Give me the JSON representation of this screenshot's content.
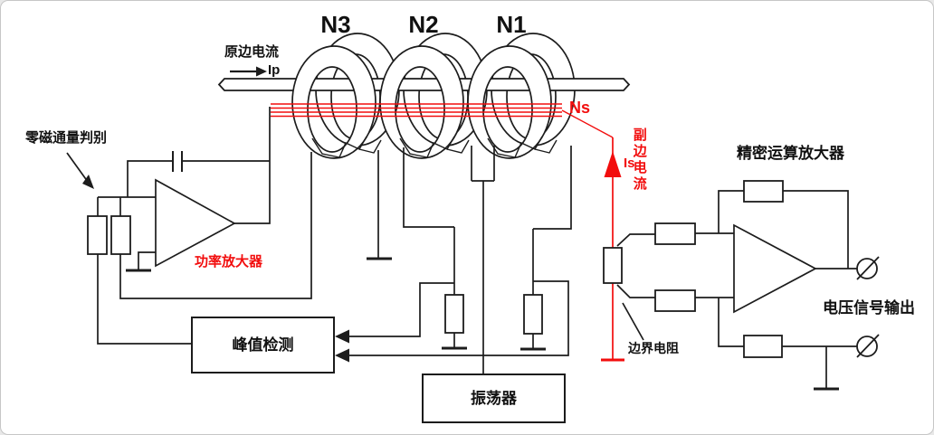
{
  "diagram_type": "zero-flux current sensor schematic",
  "colors": {
    "line": "#1c1c1c",
    "red": "#f20d0d",
    "background": "#ffffff"
  },
  "labels": {
    "coil_n3": "N3",
    "coil_n2": "N2",
    "coil_n1": "N1",
    "primary_current": "原边电流",
    "primary_current_symbol": "Ip",
    "secondary_winding_symbol": "Ns",
    "secondary_current_symbol": "Is",
    "secondary_current": "副边电流",
    "zero_flux_detection": "零磁通量判别",
    "power_amplifier": "功率放大器",
    "peak_detection": "峰值检测",
    "oscillator": "振荡器",
    "precision_opamp": "精密运算放大器",
    "voltage_signal_output": "电压信号输出",
    "burden_resistor": "边界电阻"
  }
}
